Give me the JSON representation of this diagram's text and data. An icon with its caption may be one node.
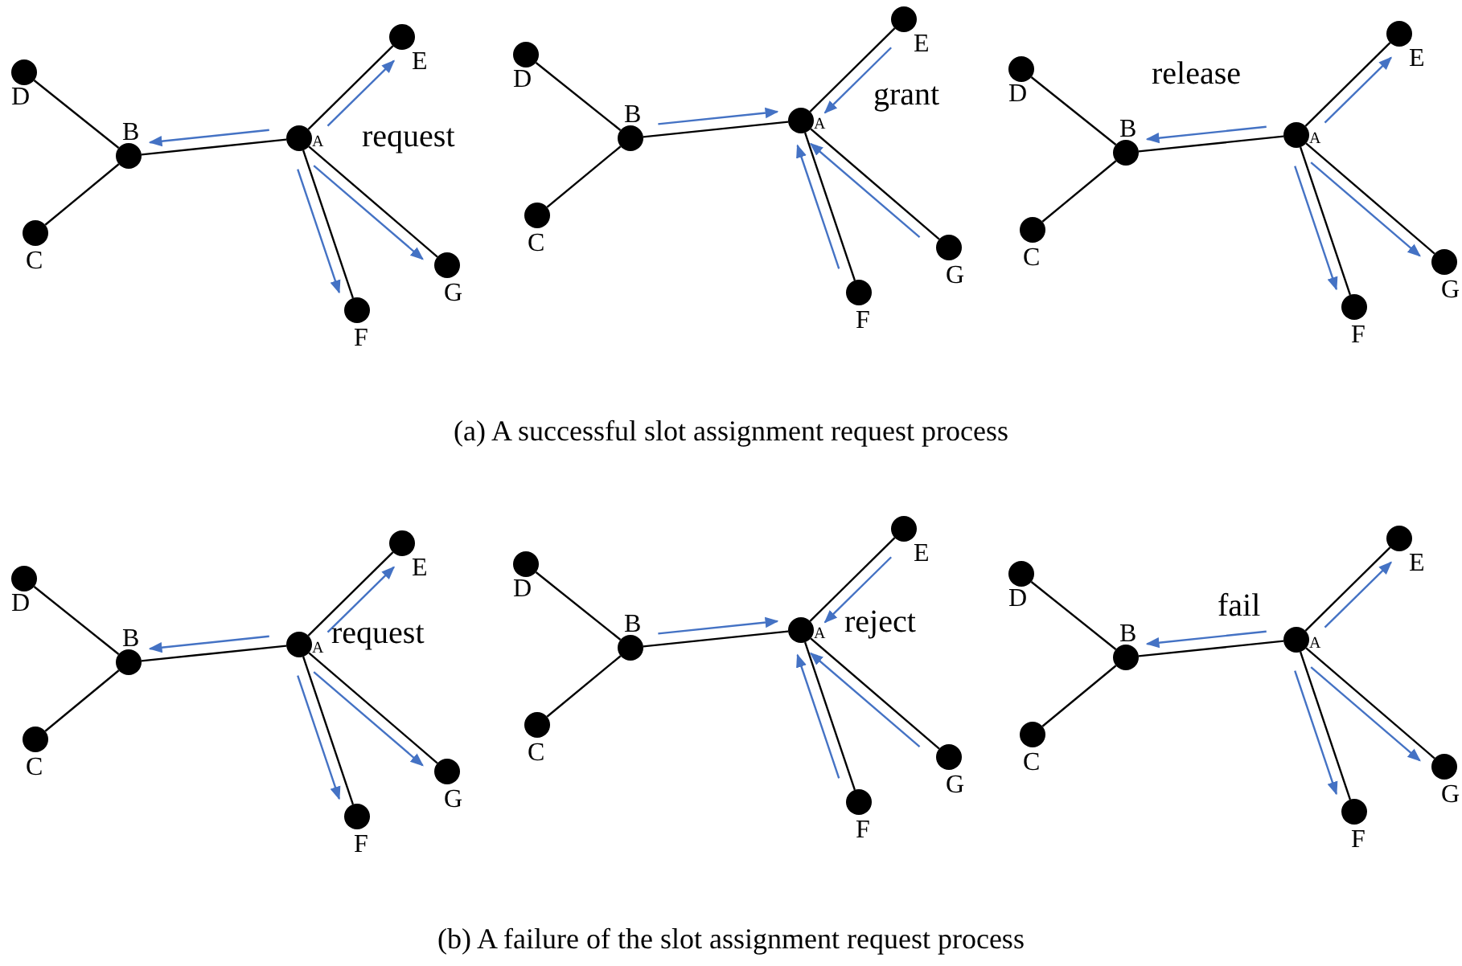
{
  "diagram": {
    "nodes": [
      {
        "text": [
          "A"
        ]
      },
      {
        "text": [
          "B"
        ]
      },
      {
        "text": [
          "C"
        ]
      },
      {
        "text": [
          "D"
        ]
      },
      {
        "text": [
          "E"
        ]
      },
      {
        "text": [
          "F"
        ]
      },
      {
        "text": [
          "G"
        ]
      },
      {
        "text": [
          "A"
        ]
      },
      {
        "text": [
          "B"
        ]
      },
      {
        "text": [
          "C"
        ]
      },
      {
        "text": [
          "D"
        ]
      },
      {
        "text": [
          "E"
        ]
      },
      {
        "text": [
          "F"
        ]
      },
      {
        "text": [
          "G"
        ]
      },
      {
        "text": [
          "A"
        ]
      },
      {
        "text": [
          "B"
        ]
      },
      {
        "text": [
          "C"
        ]
      },
      {
        "text": [
          "D"
        ]
      },
      {
        "text": [
          "E"
        ]
      },
      {
        "text": [
          "F"
        ]
      },
      {
        "text": [
          "G"
        ]
      },
      {
        "text": [
          "A"
        ]
      },
      {
        "text": [
          "B"
        ]
      },
      {
        "text": [
          "C"
        ]
      },
      {
        "text": [
          "D"
        ]
      },
      {
        "text": [
          "E"
        ]
      },
      {
        "text": [
          "F"
        ]
      },
      {
        "text": [
          "G"
        ]
      },
      {
        "text": [
          "A"
        ]
      },
      {
        "text": [
          "B"
        ]
      },
      {
        "text": [
          "C"
        ]
      },
      {
        "text": [
          "D"
        ]
      },
      {
        "text": [
          "E"
        ]
      },
      {
        "text": [
          "F"
        ]
      },
      {
        "text": [
          "G"
        ]
      },
      {
        "text": [
          "A"
        ]
      },
      {
        "text": [
          "B"
        ]
      },
      {
        "text": [
          "C"
        ]
      },
      {
        "text": [
          "D"
        ]
      },
      {
        "text": [
          "E"
        ]
      },
      {
        "text": [
          "F"
        ]
      },
      {
        "text": [
          "G"
        ]
      }
    ],
    "edges": [
      {
        "from": 1,
        "to": 3,
        "arrow": "none"
      },
      {
        "from": 1,
        "to": 2,
        "arrow": "none"
      },
      {
        "from": 1,
        "to": 0,
        "arrow": "none"
      },
      {
        "from": 0,
        "to": 4,
        "arrow": "none"
      },
      {
        "from": 0,
        "to": 5,
        "arrow": "none"
      },
      {
        "from": 0,
        "to": 6,
        "arrow": "none"
      },
      {
        "from": 0,
        "to": 4,
        "arrow": "to",
        "color": "#4472c4"
      },
      {
        "from": 0,
        "to": 1,
        "arrow": "to",
        "color": "#4472c4"
      },
      {
        "from": 0,
        "to": 6,
        "arrow": "to",
        "color": "#4472c4"
      },
      {
        "from": 0,
        "to": 5,
        "arrow": "to",
        "color": "#4472c4"
      },
      {
        "from": 8,
        "to": 10,
        "arrow": "none"
      },
      {
        "from": 8,
        "to": 9,
        "arrow": "none"
      },
      {
        "from": 8,
        "to": 7,
        "arrow": "none"
      },
      {
        "from": 7,
        "to": 11,
        "arrow": "none"
      },
      {
        "from": 7,
        "to": 12,
        "arrow": "none"
      },
      {
        "from": 7,
        "to": 13,
        "arrow": "none"
      },
      {
        "from": 11,
        "to": 7,
        "arrow": "to",
        "color": "#4472c4"
      },
      {
        "from": 8,
        "to": 7,
        "arrow": "to",
        "color": "#4472c4"
      },
      {
        "from": 13,
        "to": 7,
        "arrow": "to",
        "color": "#4472c4"
      },
      {
        "from": 12,
        "to": 7,
        "arrow": "to",
        "color": "#4472c4"
      },
      {
        "from": 15,
        "to": 17,
        "arrow": "none"
      },
      {
        "from": 15,
        "to": 16,
        "arrow": "none"
      },
      {
        "from": 15,
        "to": 14,
        "arrow": "none"
      },
      {
        "from": 14,
        "to": 18,
        "arrow": "none"
      },
      {
        "from": 14,
        "to": 19,
        "arrow": "none"
      },
      {
        "from": 14,
        "to": 20,
        "arrow": "none"
      },
      {
        "from": 14,
        "to": 18,
        "arrow": "to",
        "color": "#4472c4"
      },
      {
        "from": 14,
        "to": 15,
        "arrow": "to",
        "color": "#4472c4"
      },
      {
        "from": 14,
        "to": 20,
        "arrow": "to",
        "color": "#4472c4"
      },
      {
        "from": 14,
        "to": 19,
        "arrow": "to",
        "color": "#4472c4"
      },
      {
        "from": 22,
        "to": 24,
        "arrow": "none"
      },
      {
        "from": 22,
        "to": 23,
        "arrow": "none"
      },
      {
        "from": 22,
        "to": 21,
        "arrow": "none"
      },
      {
        "from": 21,
        "to": 25,
        "arrow": "none"
      },
      {
        "from": 21,
        "to": 26,
        "arrow": "none"
      },
      {
        "from": 21,
        "to": 27,
        "arrow": "none"
      },
      {
        "from": 21,
        "to": 25,
        "arrow": "to",
        "color": "#4472c4"
      },
      {
        "from": 21,
        "to": 22,
        "arrow": "to",
        "color": "#4472c4"
      },
      {
        "from": 21,
        "to": 27,
        "arrow": "to",
        "color": "#4472c4"
      },
      {
        "from": 21,
        "to": 26,
        "arrow": "to",
        "color": "#4472c4"
      },
      {
        "from": 29,
        "to": 31,
        "arrow": "none"
      },
      {
        "from": 29,
        "to": 30,
        "arrow": "none"
      },
      {
        "from": 29,
        "to": 28,
        "arrow": "none"
      },
      {
        "from": 28,
        "to": 32,
        "arrow": "none"
      },
      {
        "from": 28,
        "to": 33,
        "arrow": "none"
      },
      {
        "from": 28,
        "to": 34,
        "arrow": "none"
      },
      {
        "from": 32,
        "to": 28,
        "arrow": "to",
        "color": "#4472c4"
      },
      {
        "from": 29,
        "to": 28,
        "arrow": "to",
        "color": "#4472c4"
      },
      {
        "from": 34,
        "to": 28,
        "arrow": "to",
        "color": "#4472c4"
      },
      {
        "from": 33,
        "to": 28,
        "arrow": "to",
        "color": "#4472c4"
      },
      {
        "from": 36,
        "to": 38,
        "arrow": "none"
      },
      {
        "from": 36,
        "to": 37,
        "arrow": "none"
      },
      {
        "from": 36,
        "to": 35,
        "arrow": "none"
      },
      {
        "from": 35,
        "to": 39,
        "arrow": "none"
      },
      {
        "from": 35,
        "to": 40,
        "arrow": "none"
      },
      {
        "from": 35,
        "to": 41,
        "arrow": "none"
      },
      {
        "from": 35,
        "to": 39,
        "arrow": "to",
        "color": "#4472c4"
      },
      {
        "from": 35,
        "to": 36,
        "arrow": "to",
        "color": "#4472c4"
      },
      {
        "from": 35,
        "to": 41,
        "arrow": "to",
        "color": "#4472c4"
      },
      {
        "from": 35,
        "to": 40,
        "arrow": "to",
        "color": "#4472c4"
      }
    ],
    "labels": [
      "request",
      "grant",
      "release",
      "(a) A successful slot assignment request process",
      "request",
      "reject",
      "fail",
      "(b) A failure of the slot assignment request process"
    ]
  }
}
